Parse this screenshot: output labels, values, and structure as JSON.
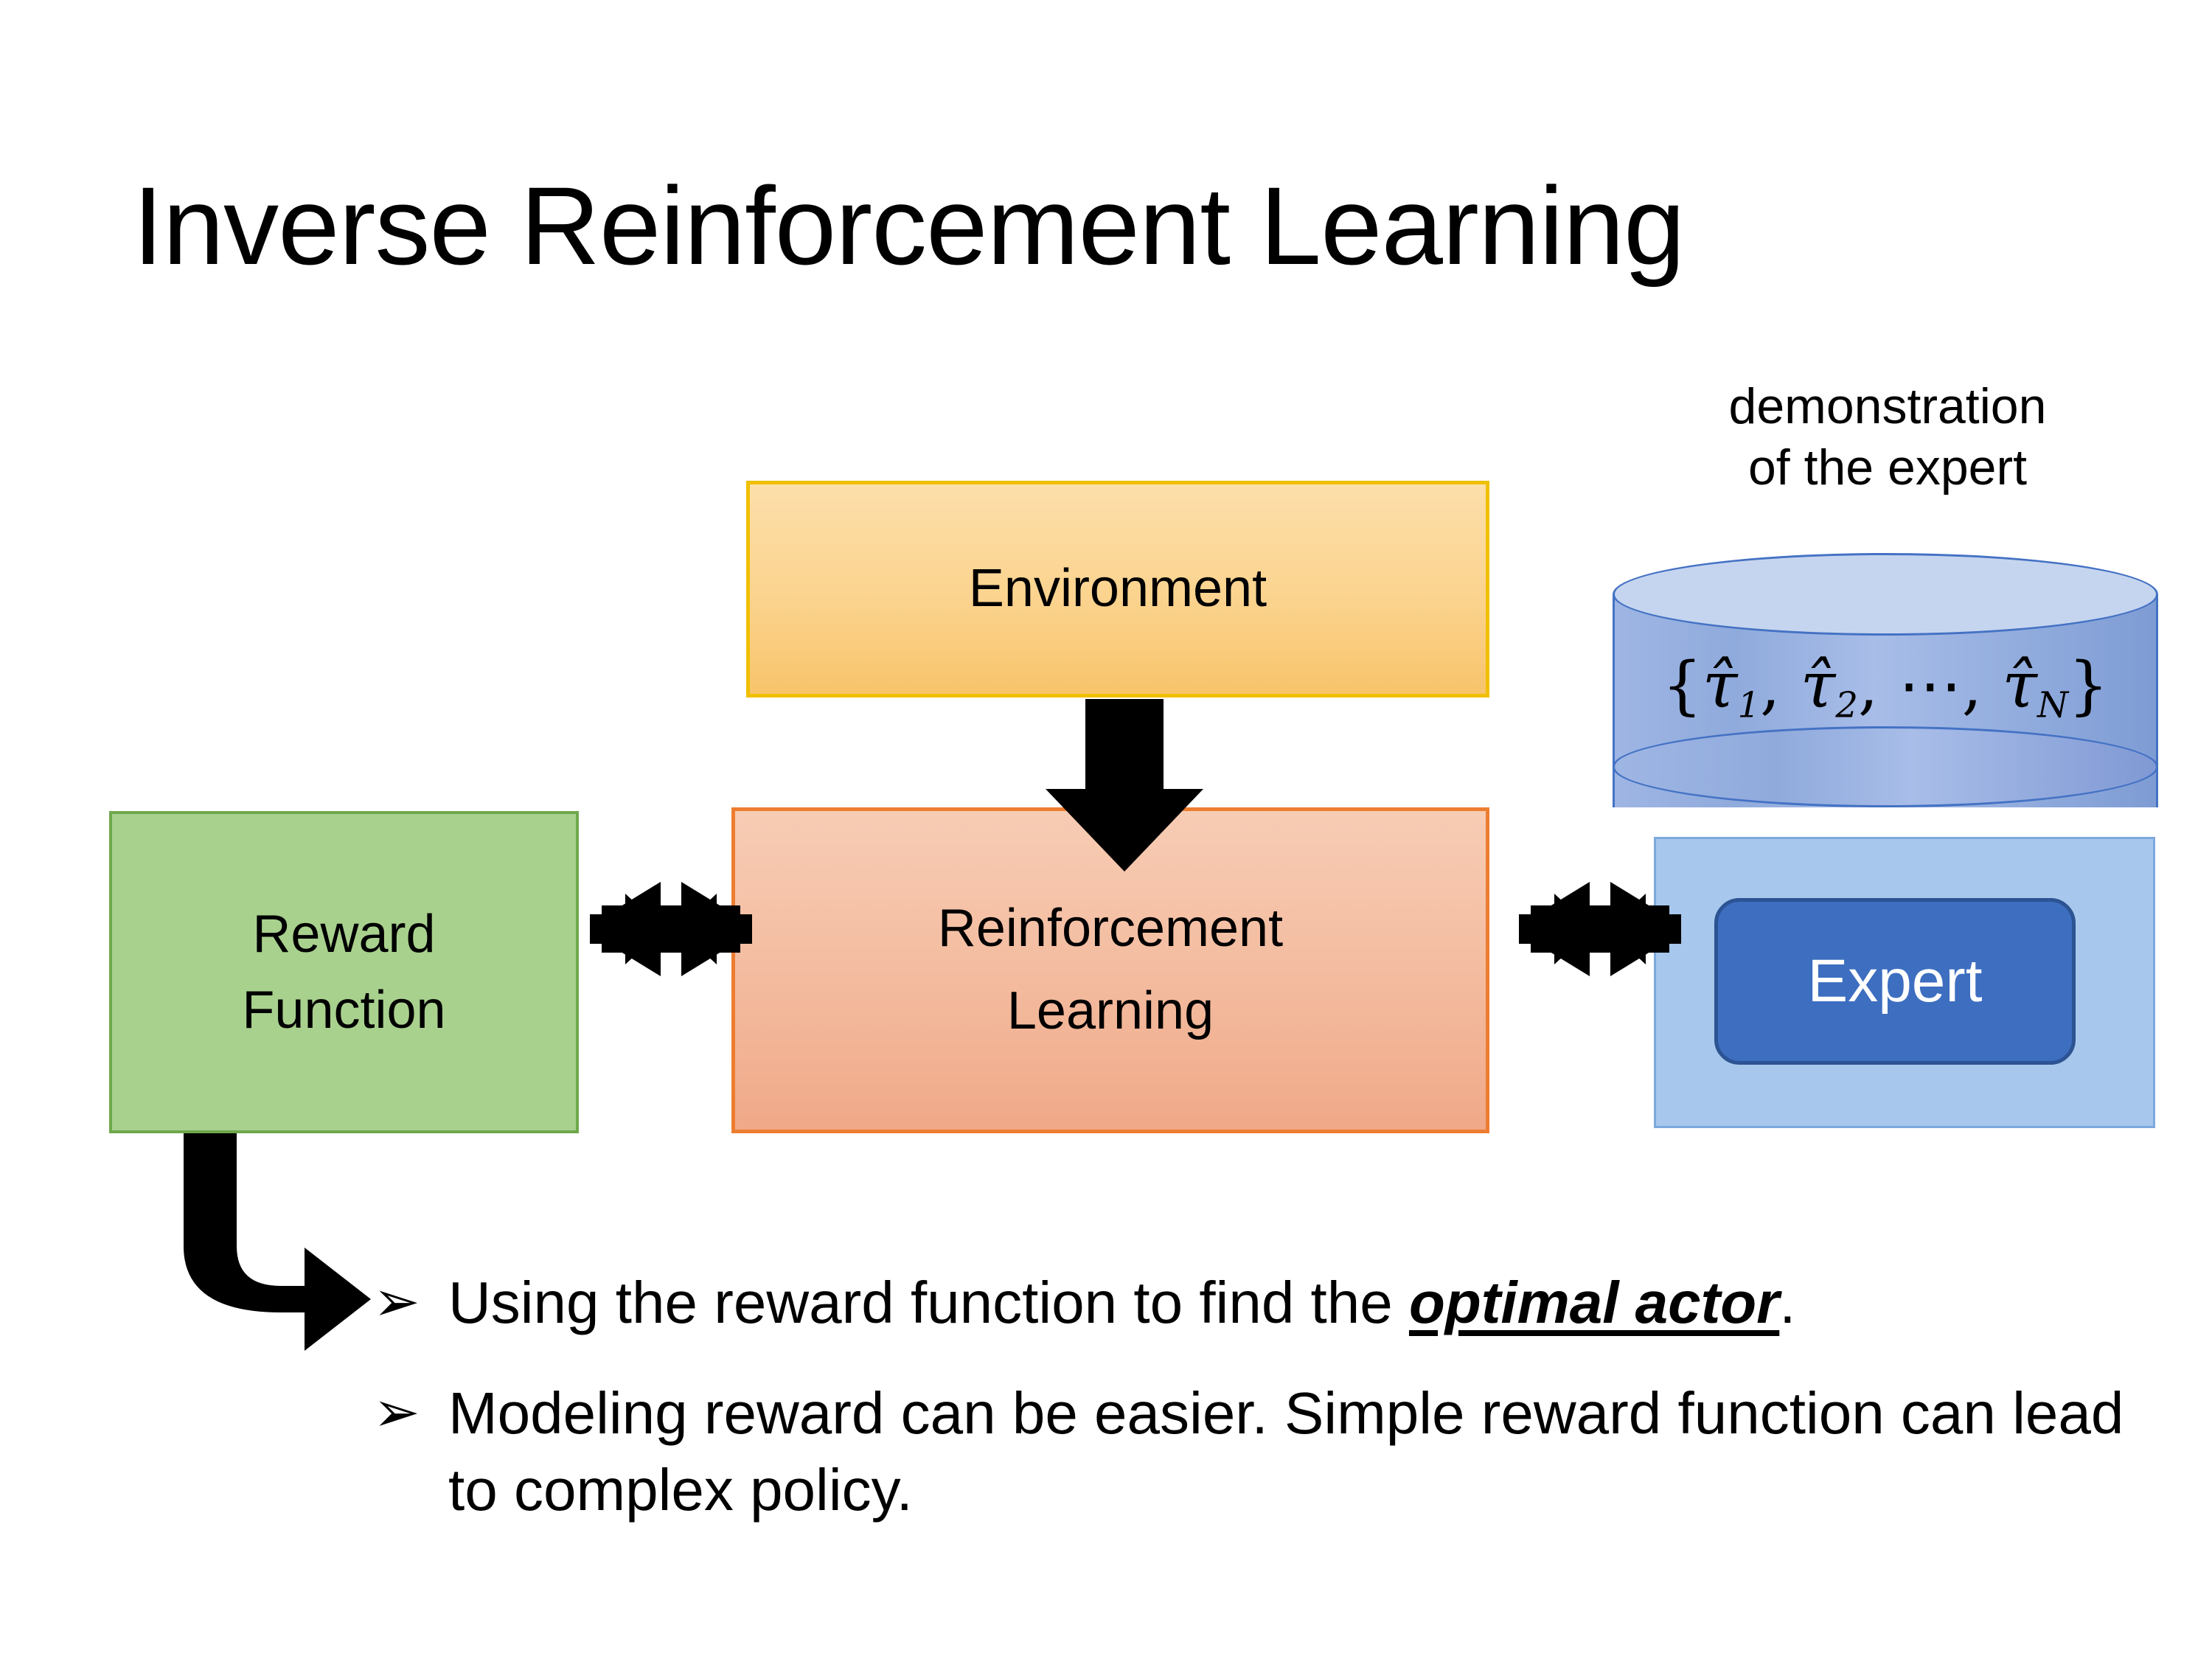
{
  "slide": {
    "title": "Inverse Reinforcement Learning",
    "background_color": "#FFFFFF"
  },
  "diagram": {
    "environment": {
      "label": "Environment",
      "fill_color": "#FBD38E",
      "border_color": "#F0C000"
    },
    "reinforcement_learning": {
      "label": "Reinforcement Learning",
      "line1": "Reinforcement",
      "line2": "Learning",
      "fill_color": "#F4BEA2",
      "border_color": "#ED7D31"
    },
    "reward_function": {
      "label": "Reward Function",
      "line1": "Reward",
      "line2": "Function",
      "fill_color": "#A9D18E",
      "border_color": "#6FA84C"
    },
    "expert_group": {
      "caption_line1": "demonstration",
      "caption_line2": "of the expert",
      "panel_fill_color": "#A7C7EC",
      "cylinder": {
        "fill_color": "#8FAADC",
        "border_color": "#4472C4",
        "formula_open": "{",
        "formula_t1": "τ̂",
        "formula_t1_sub": "1",
        "formula_comma1": ", ",
        "formula_t2": "τ̂",
        "formula_t2_sub": "2",
        "formula_comma2": ", ",
        "formula_dots": "⋯",
        "formula_comma3": ", ",
        "formula_tn": "τ̂",
        "formula_tn_sub": "N",
        "formula_close": "}",
        "formula_plain": "{τ̂1, τ̂2, ⋯, τ̂N}"
      },
      "expert_badge": {
        "label": "Expert",
        "fill_color": "#3D6EC0",
        "border_color": "#2C5392",
        "text_color": "#FFFFFF"
      }
    },
    "connectors": {
      "env_to_rl": "down-arrow",
      "reward_to_rl": "double-headed-arrow-left-right",
      "rl_to_expert": "double-headed-arrow-left-right",
      "reward_to_bullets": "bent-arrow-down-right",
      "arrow_color": "#000000"
    }
  },
  "bullets": [
    {
      "marker": "➢",
      "text_before": "Using the reward function to find the ",
      "emphasis": "optimal actor",
      "text_after": "."
    },
    {
      "marker": "➢",
      "text_before": "Modeling reward can be easier. Simple reward function can lead to complex policy.",
      "emphasis": "",
      "text_after": ""
    }
  ]
}
